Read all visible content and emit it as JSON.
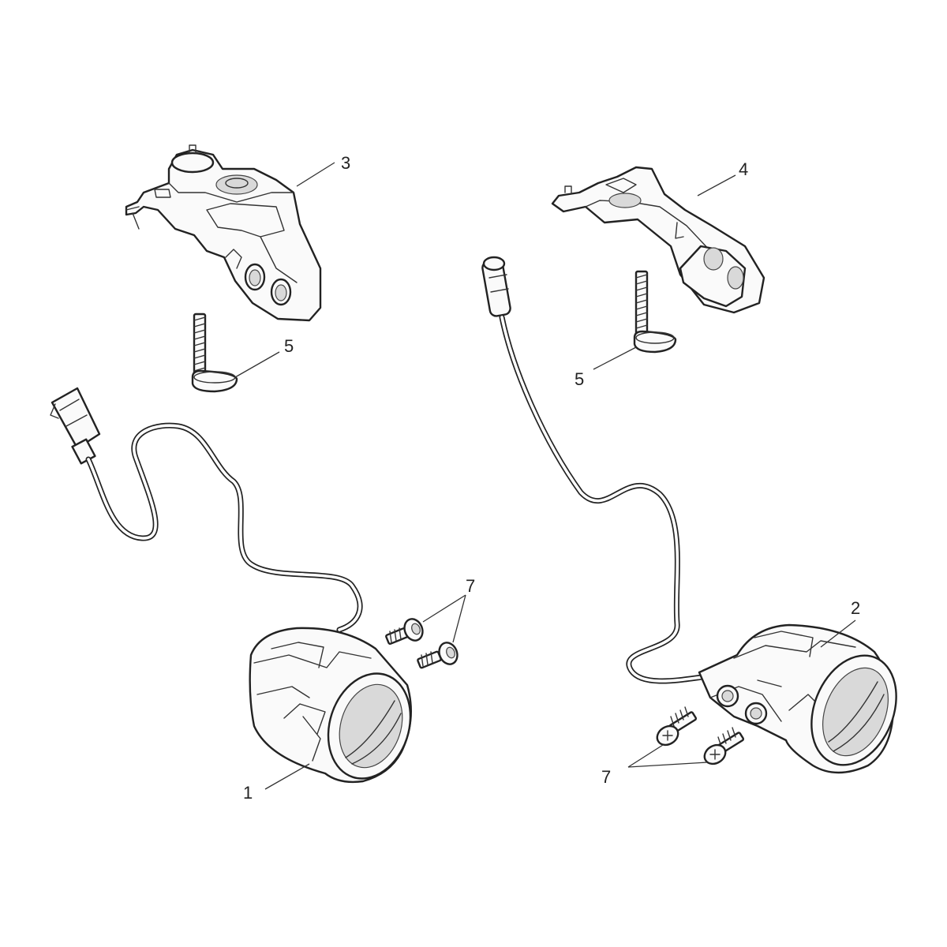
{
  "callouts": {
    "c1": "1",
    "c2": "2",
    "c3": "3",
    "c4": "4",
    "c5a": "5",
    "c5b": "5",
    "c7a": "7",
    "c7b": "7"
  },
  "parts": [
    {
      "ref": "1",
      "icon": "left-fog-lamp-with-cable"
    },
    {
      "ref": "2",
      "icon": "right-fog-lamp-with-cable"
    },
    {
      "ref": "3",
      "icon": "left-mounting-bracket"
    },
    {
      "ref": "4",
      "icon": "right-mounting-bracket"
    },
    {
      "ref": "5",
      "icon": "bracket-screw"
    },
    {
      "ref": "7",
      "icon": "lamp-screw"
    }
  ]
}
